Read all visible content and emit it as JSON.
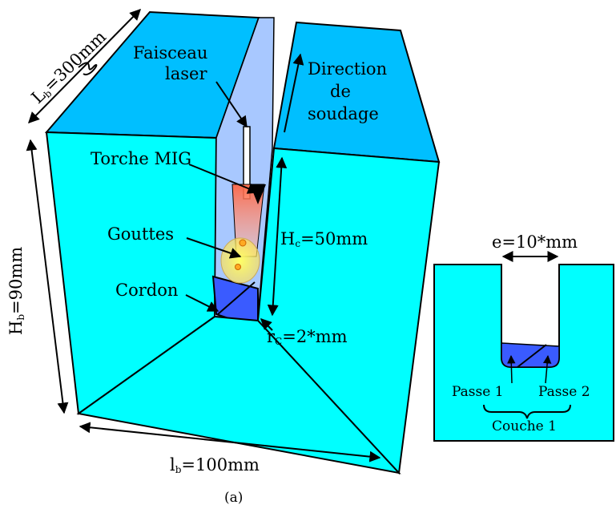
{
  "labels": {
    "length_prefix": "L",
    "length_sub": "b",
    "length_value": "=300mm",
    "height_prefix": "H",
    "height_sub": "b",
    "height_value": "=90mm",
    "width_prefix": "l",
    "width_sub": "b",
    "width_value": "=100mm",
    "groove_h_prefix": "H",
    "groove_h_sub": "c",
    "groove_h_value": "=50mm",
    "radius_prefix": "r",
    "radius_sub": "C",
    "radius_value": "=2*mm",
    "laser_line1": "Faisceau",
    "laser_line2": "laser",
    "direction_line1": "Direction",
    "direction_line2": "de",
    "direction_line3": "soudage",
    "torch": "Torche MIG",
    "drops": "Gouttes",
    "bead": "Cordon",
    "gap": "e=10*mm",
    "pass1": "Passe 1",
    "pass2": "Passe 2",
    "layer": "Couche 1",
    "caption": "(a)"
  },
  "colors": {
    "block_face": "#00ffff",
    "block_top": "#00bfff",
    "groove_wall": "#a8c8ff",
    "bead": "#3a5bff",
    "torch": "#ff7755",
    "droplet": "#ffee55"
  }
}
